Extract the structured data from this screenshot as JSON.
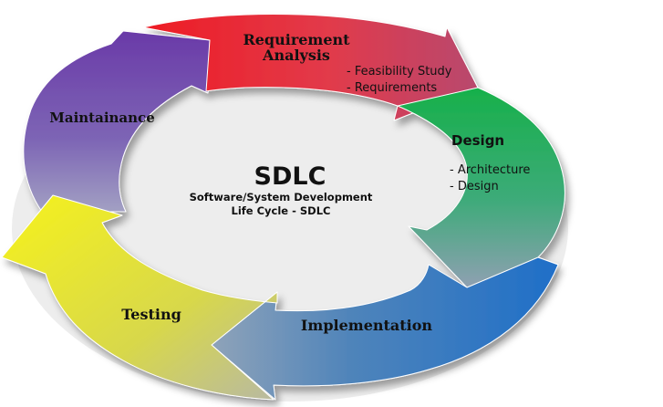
{
  "center": {
    "title": "SDLC",
    "subtitle_line1": "Software/System Development",
    "subtitle_line2": "Life Cycle - SDLC"
  },
  "stages": {
    "requirement": {
      "title_line1": "Requirement",
      "title_line2": "Analysis",
      "items": [
        "- Feasibility Study",
        "- Requirements"
      ],
      "color": "#e0242a"
    },
    "design": {
      "title": "Design",
      "items": [
        "- Architecture",
        "- Design"
      ],
      "color": "#2fb24a"
    },
    "implementation": {
      "title": "Implementation",
      "color": "#2f78c4"
    },
    "testing": {
      "title": "Testing",
      "color": "#f2ee1a"
    },
    "maintenance": {
      "title": "Maintainance",
      "color": "#6b3aa8"
    }
  }
}
